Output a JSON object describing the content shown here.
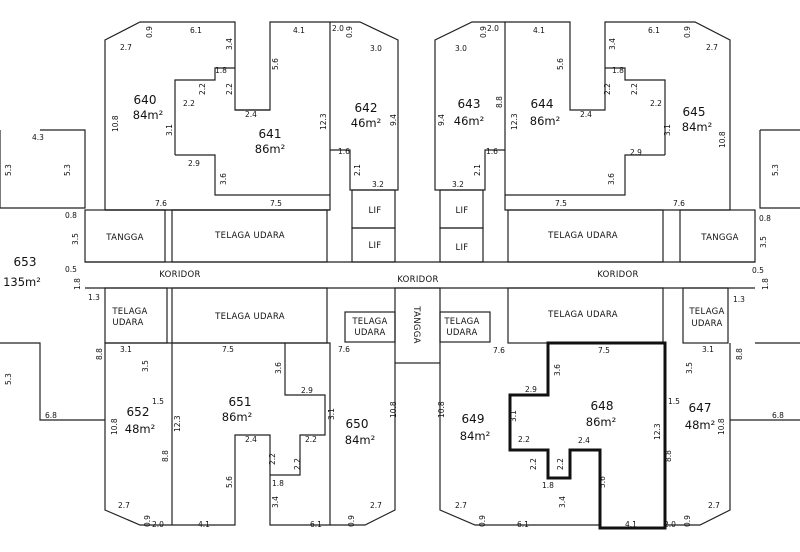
{
  "units": [
    {
      "id": "u640",
      "number": "640",
      "area": "84m²"
    },
    {
      "id": "u641",
      "number": "641",
      "area": "86m²"
    },
    {
      "id": "u642",
      "number": "642",
      "area": "46m²"
    },
    {
      "id": "u643",
      "number": "643",
      "area": "46m²"
    },
    {
      "id": "u644",
      "number": "644",
      "area": "86m²"
    },
    {
      "id": "u645",
      "number": "645",
      "area": "84m²"
    },
    {
      "id": "u653",
      "number": "653",
      "area": "135m²"
    },
    {
      "id": "u652",
      "number": "652",
      "area": "48m²"
    },
    {
      "id": "u651",
      "number": "651",
      "area": "86m²"
    },
    {
      "id": "u650",
      "number": "650",
      "area": "84m²"
    },
    {
      "id": "u649",
      "number": "649",
      "area": "84m²"
    },
    {
      "id": "u648",
      "number": "648",
      "area": "86m²"
    },
    {
      "id": "u647",
      "number": "647",
      "area": "48m²"
    }
  ],
  "labels": {
    "tangga": "TANGGA",
    "telaga_udara": "TELAGA UDARA",
    "telaga": "TELAGA",
    "udara": "UDARA",
    "lif": "LIF",
    "koridor": "KORIDOR"
  },
  "dimensions": [
    "6.1",
    "0.9",
    "2.7",
    "3.4",
    "4.1",
    "2.0",
    "5.6",
    "1.8",
    "2.2",
    "2.4",
    "10.8",
    "3.1",
    "2.9",
    "3.6",
    "7.6",
    "7.5",
    "12.3",
    "3.0",
    "9.4",
    "1.6",
    "2.1",
    "3.2",
    "8.8",
    "4.3",
    "5.3",
    "0.8",
    "3.5",
    "0.5",
    "1.3",
    "1.5",
    "6.8"
  ],
  "highlighted_unit": "648"
}
